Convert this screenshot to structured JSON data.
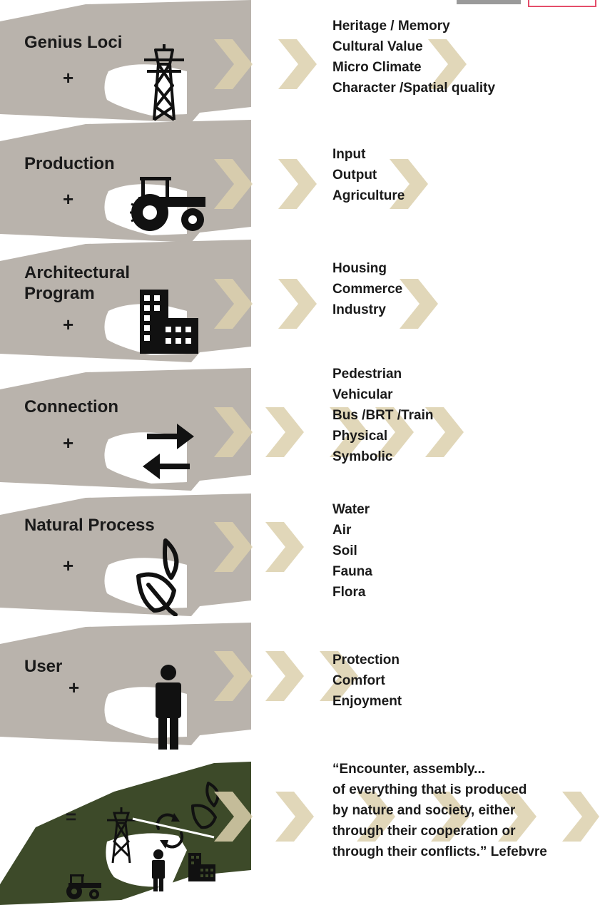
{
  "colors": {
    "land": "#b9b3ac",
    "land_final": "#3d4a29",
    "chevron": "#dcd0ad",
    "ink": "#111111",
    "hole": "#ffffff"
  },
  "rows": [
    {
      "title": "Genius Loci",
      "operator": "+",
      "icon": "power-pylon-icon",
      "outputs": [
        "Heritage / Memory",
        "Cultural Value",
        "Micro Climate",
        "Character /Spatial quality"
      ]
    },
    {
      "title": "Production",
      "operator": "+",
      "icon": "tractor-icon",
      "outputs": [
        "Input",
        "Output",
        "Agriculture"
      ]
    },
    {
      "title": "Architectural\nProgram",
      "operator": "+",
      "icon": "buildings-icon",
      "outputs": [
        "Housing",
        "Commerce",
        "Industry"
      ]
    },
    {
      "title": "Connection",
      "operator": "+",
      "icon": "exchange-arrows-icon",
      "outputs": [
        "Pedestrian",
        "Vehicular",
        "Bus /BRT /Train",
        "Physical",
        "Symbolic"
      ]
    },
    {
      "title": "Natural Process",
      "operator": "+",
      "icon": "leaf-icon",
      "outputs": [
        "Water",
        "Air",
        "Soil",
        "Fauna",
        "Flora"
      ]
    },
    {
      "title": "User",
      "operator": "+",
      "icon": "person-icon",
      "outputs": [
        "Protection",
        "Comfort",
        "Enjoyment"
      ]
    }
  ],
  "result": {
    "operator": "=",
    "icon": "combined-landscape-icon",
    "quote": "“Encounter, assembly...\nof everything that is produced\nby nature and society, either\nthrough their cooperation or\nthrough their conflicts.”  Lefebvre"
  }
}
